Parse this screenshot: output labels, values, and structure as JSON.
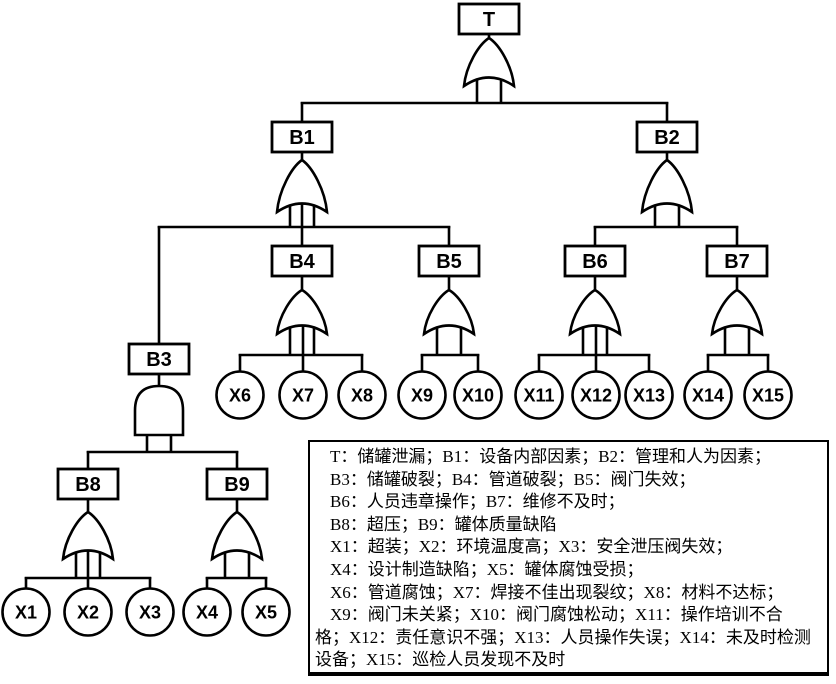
{
  "diagram": {
    "type": "fault-tree",
    "top_event": "T",
    "colors": {
      "line": "#000000",
      "fill": "#ffffff",
      "text": "#000000"
    },
    "nodes": [
      {
        "id": "T",
        "label": "T",
        "shape": "rect"
      },
      {
        "id": "B1",
        "label": "B1",
        "shape": "rect"
      },
      {
        "id": "B2",
        "label": "B2",
        "shape": "rect"
      },
      {
        "id": "B3",
        "label": "B3",
        "shape": "rect"
      },
      {
        "id": "B4",
        "label": "B4",
        "shape": "rect"
      },
      {
        "id": "B5",
        "label": "B5",
        "shape": "rect"
      },
      {
        "id": "B6",
        "label": "B6",
        "shape": "rect"
      },
      {
        "id": "B7",
        "label": "B7",
        "shape": "rect"
      },
      {
        "id": "B8",
        "label": "B8",
        "shape": "rect"
      },
      {
        "id": "B9",
        "label": "B9",
        "shape": "rect"
      },
      {
        "id": "X1",
        "label": "X1",
        "shape": "circle"
      },
      {
        "id": "X2",
        "label": "X2",
        "shape": "circle"
      },
      {
        "id": "X3",
        "label": "X3",
        "shape": "circle"
      },
      {
        "id": "X4",
        "label": "X4",
        "shape": "circle"
      },
      {
        "id": "X5",
        "label": "X5",
        "shape": "circle"
      },
      {
        "id": "X6",
        "label": "X6",
        "shape": "circle"
      },
      {
        "id": "X7",
        "label": "X7",
        "shape": "circle"
      },
      {
        "id": "X8",
        "label": "X8",
        "shape": "circle"
      },
      {
        "id": "X9",
        "label": "X9",
        "shape": "circle"
      },
      {
        "id": "X10",
        "label": "X10",
        "shape": "circle"
      },
      {
        "id": "X11",
        "label": "X11",
        "shape": "circle"
      },
      {
        "id": "X12",
        "label": "X12",
        "shape": "circle"
      },
      {
        "id": "X13",
        "label": "X13",
        "shape": "circle"
      },
      {
        "id": "X14",
        "label": "X14",
        "shape": "circle"
      },
      {
        "id": "X15",
        "label": "X15",
        "shape": "circle"
      }
    ],
    "gates": [
      {
        "parent": "T",
        "gate": "OR",
        "children": [
          "B1",
          "B2"
        ]
      },
      {
        "parent": "B1",
        "gate": "OR",
        "children": [
          "B3",
          "B4",
          "B5"
        ]
      },
      {
        "parent": "B2",
        "gate": "OR",
        "children": [
          "B6",
          "B7"
        ]
      },
      {
        "parent": "B3",
        "gate": "AND",
        "children": [
          "B8",
          "B9"
        ]
      },
      {
        "parent": "B4",
        "gate": "OR",
        "children": [
          "X6",
          "X7",
          "X8"
        ]
      },
      {
        "parent": "B5",
        "gate": "OR",
        "children": [
          "X9",
          "X10"
        ]
      },
      {
        "parent": "B6",
        "gate": "OR",
        "children": [
          "X11",
          "X12",
          "X13"
        ]
      },
      {
        "parent": "B7",
        "gate": "OR",
        "children": [
          "X14",
          "X15"
        ]
      },
      {
        "parent": "B8",
        "gate": "OR",
        "children": [
          "X1",
          "X2",
          "X3"
        ]
      },
      {
        "parent": "B9",
        "gate": "OR",
        "children": [
          "X4",
          "X5"
        ]
      }
    ]
  },
  "legend": {
    "lines": [
      "T：储罐泄漏；B1：设备内部因素；B2：管理和人为因素；",
      "B3：储罐破裂；B4：管道破裂；B5：阀门失效；",
      "B6：人员违章操作；B7：维修不及时；",
      "B8：超压；B9：罐体质量缺陷",
      "X1：超装；X2：环境温度高；X3：安全泄压阀失效；",
      "X4：设计制造缺陷；X5：罐体腐蚀受损；",
      "X6：管道腐蚀；X7：焊接不佳出现裂纹；X8：材料不达标；",
      "X9：阀门未关紧；X10：阀门腐蚀松动；X11：操作培训不合",
      "格；X12：责任意识不强；X13：人员操作失误；X14：未及时检测",
      "设备；X15：巡检人员发现不及时"
    ]
  }
}
